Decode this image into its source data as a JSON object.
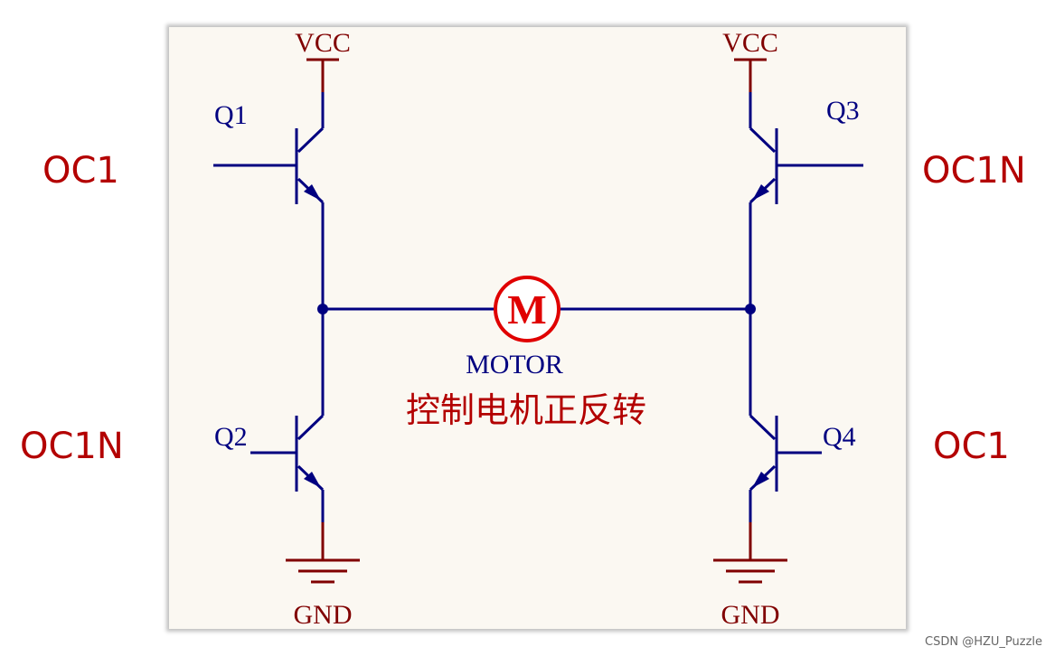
{
  "diagram": {
    "nets": {
      "vcc_left": "VCC",
      "vcc_right": "VCC",
      "gnd_left": "GND",
      "gnd_right": "GND"
    },
    "transistors": {
      "q1": "Q1",
      "q2": "Q2",
      "q3": "Q3",
      "q4": "Q4"
    },
    "motor": {
      "symbol": "M",
      "label": "MOTOR"
    },
    "caption": "控制电机正反转",
    "side_labels": {
      "top_left": "OC1",
      "bottom_left": "OC1N",
      "top_right": "OC1N",
      "bottom_right": "OC1"
    }
  },
  "watermark": "CSDN @HZU_Puzzle",
  "colors": {
    "wire": "#000080",
    "supply": "#800000",
    "annotation": "#b30000",
    "panel": "#fbf8f2",
    "motor": "#e00000"
  }
}
